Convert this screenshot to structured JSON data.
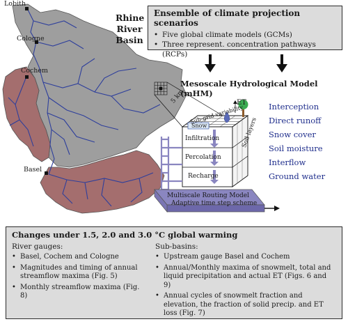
{
  "map": {
    "basin_label": [
      "Rhine",
      "River",
      "Basin"
    ],
    "cities": {
      "lobith": "Lobith",
      "cologne": "Cologne",
      "cochem": "Cochem",
      "basel": "Basel"
    },
    "scale_label": "5 km",
    "colors": {
      "basin_gray": "#9e9e9e",
      "subbasin_red": "#a46e6e",
      "river": "#2e3f9c"
    }
  },
  "ensemble": {
    "title": "Ensemble of climate projection scenarios",
    "items": [
      "Five global climate models (GCMs)",
      "Three represent. concentration pathways (RCPs)"
    ]
  },
  "mhm": {
    "title": "Mesoscale Hydrological Model (mHM)",
    "cube_labels": {
      "subgrid": "Sub-grid variability",
      "et": "ET",
      "snow": "Snow",
      "infiltration": "Infiltration",
      "percolation": "Percolation",
      "recharge": "Recharge",
      "soil_layers": "Soil layers",
      "routing_1": "Multiscale Routing Model",
      "routing_2": "Adaptive time step scheme"
    },
    "processes": [
      "Interception",
      "Direct runoff",
      "Snow cover",
      "Soil moisture",
      "Interflow",
      "Ground water"
    ],
    "process_color": "#1f2e8c"
  },
  "changes": {
    "title": "Changes under 1.5, 2.0 and 3.0 °C global warming",
    "left": {
      "header": "River gauges:",
      "items": [
        "Basel, Cochem and Cologne",
        "Magnitudes and timing of annual streamflow maxima (Fig. 5)",
        "Monthly streamflow maxima (Fig. 8)"
      ]
    },
    "right": {
      "header": "Sub-basins:",
      "items": [
        "Upstream gauge Basel and Cochem",
        "Annual/Monthly maxima of snowmelt, total and liquid precipitation and actual ET (Figs. 6 and 9)",
        "Annual cycles of snowmelt fraction and elevation, the fraction of solid precip. and ET loss (Fig. 7)"
      ]
    }
  }
}
